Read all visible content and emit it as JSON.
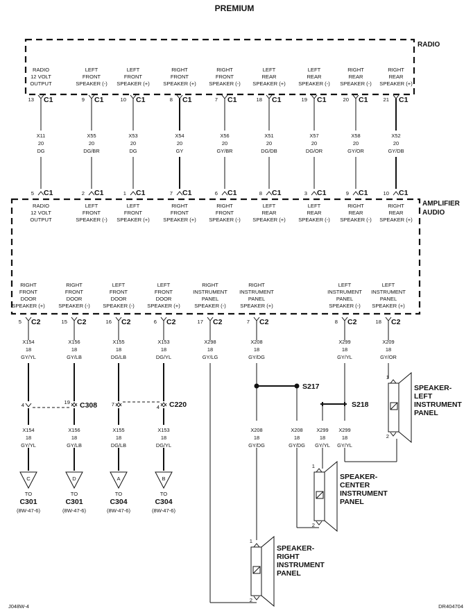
{
  "title": "PREMIUM",
  "radio": {
    "name": "RADIO",
    "terminals": [
      {
        "label": [
          "RADIO",
          "12 VOLT",
          "OUTPUT"
        ],
        "pin": "13",
        "conn": "C1"
      },
      {
        "label": [
          "LEFT",
          "FRONT",
          "SPEAKER (-)"
        ],
        "pin": "9",
        "conn": "C1"
      },
      {
        "label": [
          "LEFT",
          "FRONT",
          "SPEAKER (+)"
        ],
        "pin": "10",
        "conn": "C1"
      },
      {
        "label": [
          "RIGHT",
          "FRONT",
          "SPEAKER (+)"
        ],
        "pin": "8",
        "conn": "C1"
      },
      {
        "label": [
          "RIGHT",
          "FRONT",
          "SPEAKER (-)"
        ],
        "pin": "7",
        "conn": "C1"
      },
      {
        "label": [
          "LEFT",
          "REAR",
          "SPEAKER (+)"
        ],
        "pin": "18",
        "conn": "C1"
      },
      {
        "label": [
          "LEFT",
          "REAR",
          "SPEAKER (-)"
        ],
        "pin": "19",
        "conn": "C1"
      },
      {
        "label": [
          "RIGHT",
          "REAR",
          "SPEAKER (-)"
        ],
        "pin": "20",
        "conn": "C1"
      },
      {
        "label": [
          "RIGHT",
          "REAR",
          "SPEAKER (+)"
        ],
        "pin": "21",
        "conn": "C1"
      }
    ]
  },
  "radio_wires": [
    [
      "X11",
      "20",
      "DG"
    ],
    [
      "X55",
      "20",
      "DG/BR"
    ],
    [
      "X53",
      "20",
      "DG"
    ],
    [
      "X54",
      "20",
      "GY"
    ],
    [
      "X56",
      "20",
      "GY/BR"
    ],
    [
      "X51",
      "20",
      "DG/DB"
    ],
    [
      "X57",
      "20",
      "DG/OR"
    ],
    [
      "X58",
      "20",
      "GY/OR"
    ],
    [
      "X52",
      "20",
      "GY/DB"
    ]
  ],
  "amplifier": {
    "name": [
      "AMPLIFIER",
      "AUDIO"
    ],
    "input_terminals": [
      {
        "label": [
          "RADIO",
          "12 VOLT",
          "OUTPUT"
        ],
        "pin": "5",
        "conn": "C1"
      },
      {
        "label": [
          "LEFT",
          "FRONT",
          "SPEAKER (-)"
        ],
        "pin": "2",
        "conn": "C1"
      },
      {
        "label": [
          "LEFT",
          "FRONT",
          "SPEAKER (+)"
        ],
        "pin": "1",
        "conn": "C1"
      },
      {
        "label": [
          "RIGHT",
          "FRONT",
          "SPEAKER (+)"
        ],
        "pin": "7",
        "conn": "C1"
      },
      {
        "label": [
          "RIGHT",
          "FRONT",
          "SPEAKER (-)"
        ],
        "pin": "6",
        "conn": "C1"
      },
      {
        "label": [
          "LEFT",
          "REAR",
          "SPEAKER (+)"
        ],
        "pin": "8",
        "conn": "C1"
      },
      {
        "label": [
          "LEFT",
          "REAR",
          "SPEAKER (-)"
        ],
        "pin": "3",
        "conn": "C1"
      },
      {
        "label": [
          "RIGHT",
          "REAR",
          "SPEAKER (-)"
        ],
        "pin": "9",
        "conn": "C1"
      },
      {
        "label": [
          "RIGHT",
          "REAR",
          "SPEAKER (+)"
        ],
        "pin": "10",
        "conn": "C1"
      }
    ],
    "output_terminals": [
      {
        "label": [
          "RIGHT",
          "FRONT",
          "DOOR",
          "SPEAKER (+)"
        ],
        "pin": "5",
        "conn": "C2"
      },
      {
        "label": [
          "RIGHT",
          "FRONT",
          "DOOR",
          "SPEAKER (-)"
        ],
        "pin": "15",
        "conn": "C2"
      },
      {
        "label": [
          "LEFT",
          "FRONT",
          "DOOR",
          "SPEAKER (-)"
        ],
        "pin": "16",
        "conn": "C2"
      },
      {
        "label": [
          "LEFT",
          "FRONT",
          "DOOR",
          "SPEAKER (+)"
        ],
        "pin": "6",
        "conn": "C2"
      },
      {
        "label": [
          "RIGHT",
          "INSTRUMENT",
          "PANEL",
          "SPEAKER (-)"
        ],
        "pin": "17",
        "conn": "C2"
      },
      {
        "label": [
          "RIGHT",
          "INSTRUMENT",
          "PANEL",
          "SPEAKER (+)"
        ],
        "pin": "7",
        "conn": "C2"
      },
      {
        "label": [
          "LEFT",
          "INSTRUMENT",
          "PANEL",
          "SPEAKER (-)"
        ],
        "pin": "8",
        "conn": "C2"
      },
      {
        "label": [
          "LEFT",
          "INSTRUMENT",
          "PANEL",
          "SPEAKER (+)"
        ],
        "pin": "18",
        "conn": "C2"
      }
    ]
  },
  "output_wires": [
    [
      "X154",
      "18",
      "GY/YL"
    ],
    [
      "X156",
      "18",
      "GY/LB"
    ],
    [
      "X155",
      "18",
      "DG/LB"
    ],
    [
      "X153",
      "18",
      "DG/YL"
    ],
    [
      "X298",
      "18",
      "GY/LG"
    ],
    [
      "X208",
      "18",
      "GY/DG"
    ],
    [
      "X299",
      "18",
      "GY/YL"
    ],
    [
      "X209",
      "18",
      "GY/OR"
    ]
  ],
  "inline_connectors": [
    {
      "name": "C308",
      "pins": [
        "4",
        "19"
      ]
    },
    {
      "name": "C220",
      "pins": [
        "7",
        "4"
      ]
    }
  ],
  "lower_wires": [
    [
      "X154",
      "18",
      "GY/YL"
    ],
    [
      "X156",
      "18",
      "GY/LB"
    ],
    [
      "X155",
      "18",
      "DG/LB"
    ],
    [
      "X153",
      "18",
      "DG/YL"
    ]
  ],
  "offpage": [
    {
      "letter": "C",
      "to": "TO",
      "conn": "C301",
      "ref": "(8W-47-6)"
    },
    {
      "letter": "D",
      "to": "TO",
      "conn": "C301",
      "ref": "(8W-47-6)"
    },
    {
      "letter": "A",
      "to": "TO",
      "conn": "C304",
      "ref": "(8W-47-6)"
    },
    {
      "letter": "B",
      "to": "TO",
      "conn": "C304",
      "ref": "(8W-47-6)"
    }
  ],
  "splices": [
    "S217",
    "S218"
  ],
  "splice_wires": {
    "s217_left": [
      "X208",
      "18",
      "GY/DG"
    ],
    "s217_right": [
      "X208",
      "18",
      "GY/DG"
    ],
    "s218_left": [
      "X299",
      "18",
      "GY/YL"
    ],
    "s218_right": [
      "X299",
      "18",
      "GY/YL"
    ]
  },
  "speakers": [
    {
      "name": [
        "SPEAKER-",
        "LEFT",
        "INSTRUMENT",
        "PANEL"
      ],
      "pin_top": "1",
      "pin_bottom": "2"
    },
    {
      "name": [
        "SPEAKER-",
        "CENTER",
        "INSTRUMENT",
        "PANEL"
      ],
      "pin_top": "1",
      "pin_bottom": "2"
    },
    {
      "name": [
        "SPEAKER-",
        "RIGHT",
        "INSTRUMENT",
        "PANEL"
      ],
      "pin_top": "1",
      "pin_bottom": "2"
    }
  ],
  "footer": {
    "left": "J048W-4",
    "right": "DR404704"
  }
}
